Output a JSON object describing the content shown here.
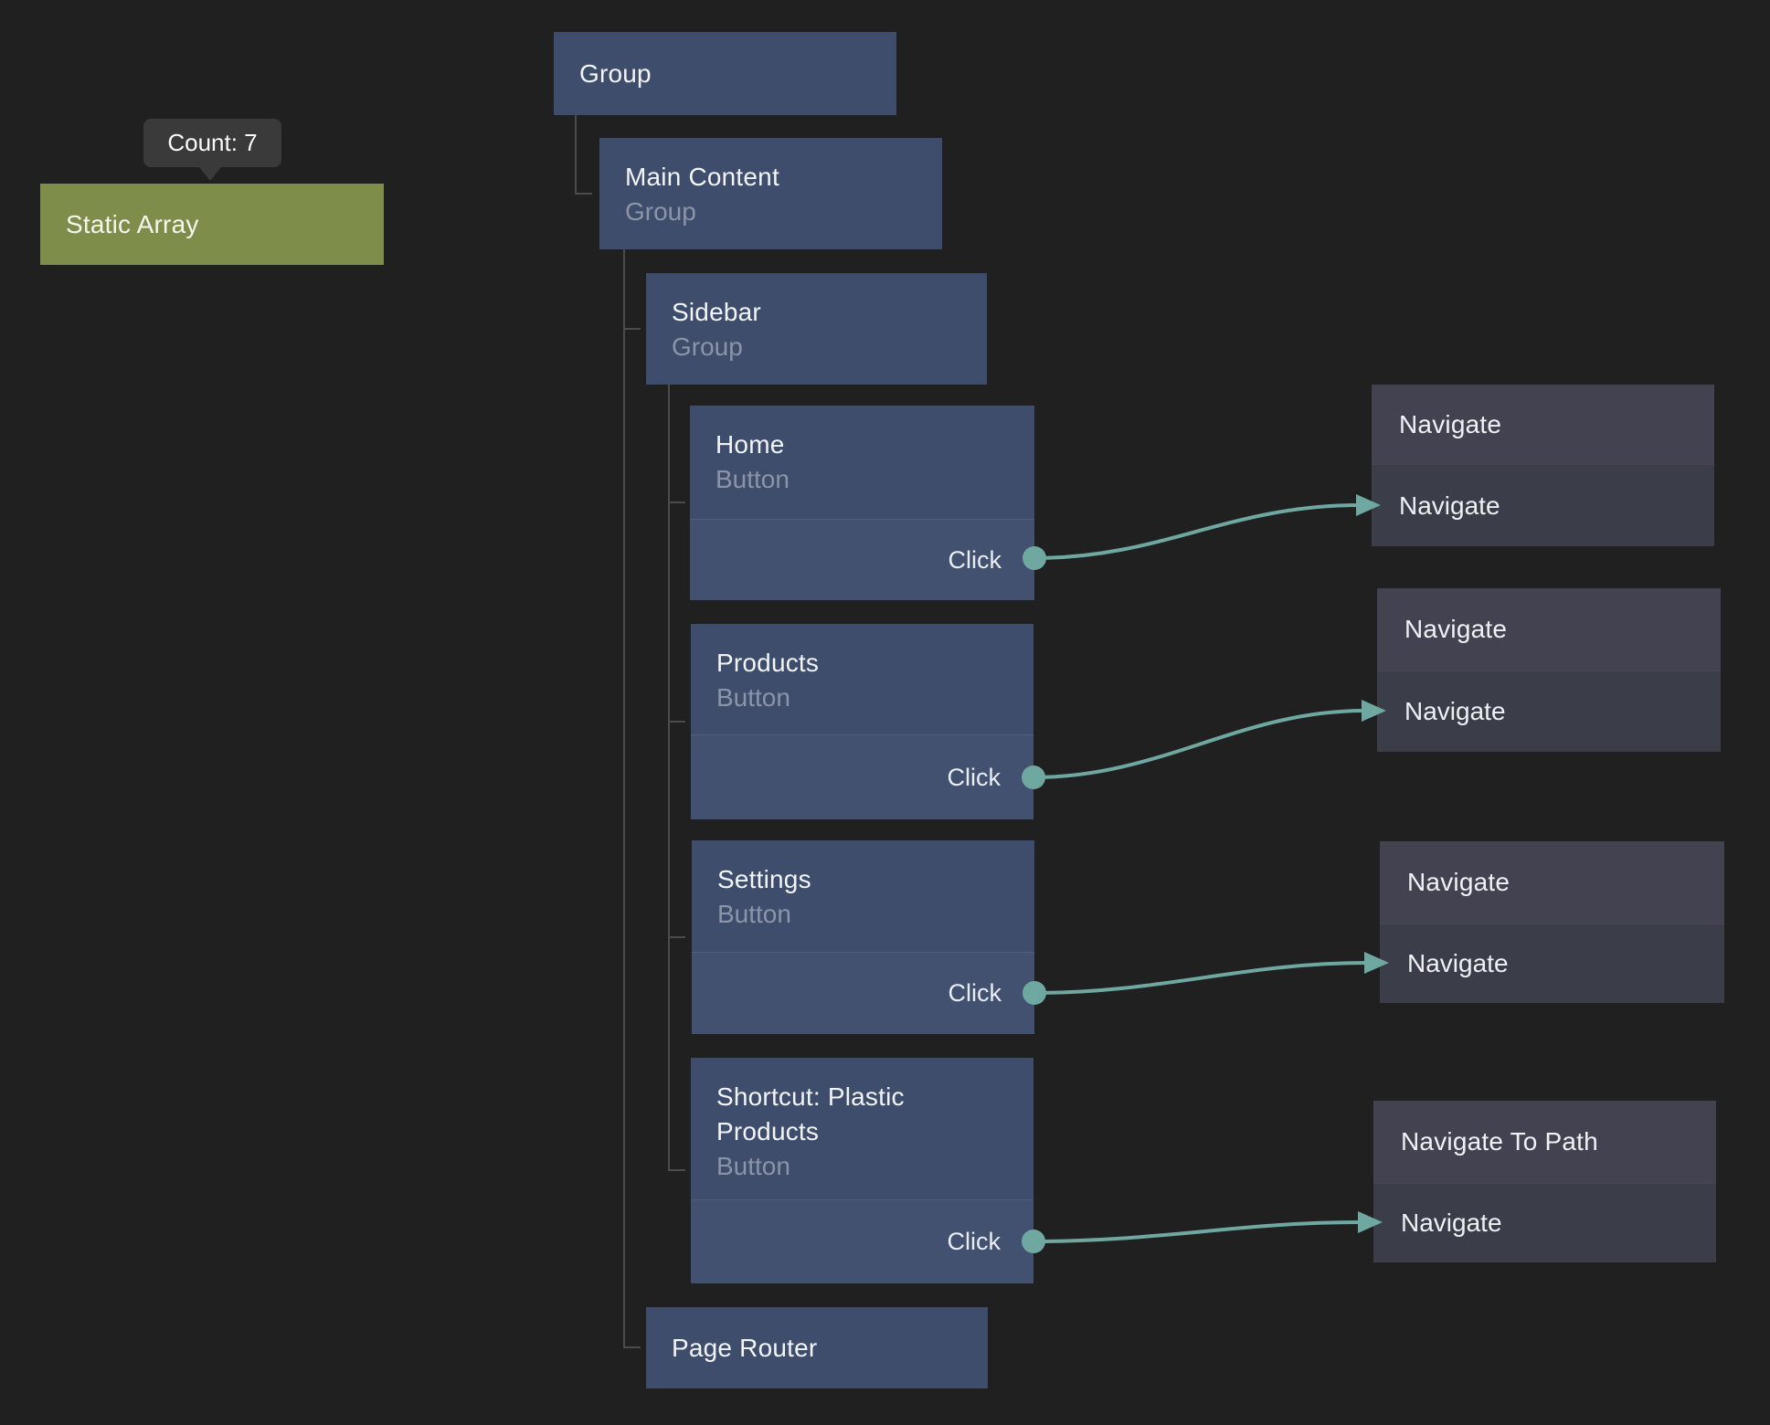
{
  "tooltip": {
    "text": "Count: 7"
  },
  "data_node": {
    "title": "Static Array"
  },
  "scene_tree": {
    "group": {
      "title": "Group"
    },
    "main_content": {
      "title": "Main Content",
      "subtitle": "Group"
    },
    "sidebar": {
      "title": "Sidebar",
      "subtitle": "Group"
    },
    "home": {
      "title": "Home",
      "subtitle": "Button",
      "port": "Click"
    },
    "products": {
      "title": "Products",
      "subtitle": "Button",
      "port": "Click"
    },
    "settings": {
      "title": "Settings",
      "subtitle": "Button",
      "port": "Click"
    },
    "shortcut": {
      "title": "Shortcut: Plastic Products",
      "subtitle": "Button",
      "port": "Click"
    },
    "page_router": {
      "title": "Page Router"
    }
  },
  "action_nodes": [
    {
      "title": "Navigate",
      "row": "Navigate"
    },
    {
      "title": "Navigate",
      "row": "Navigate"
    },
    {
      "title": "Navigate",
      "row": "Navigate"
    },
    {
      "title": "Navigate To Path",
      "row": "Navigate"
    }
  ],
  "colors": {
    "background": "#202020",
    "tree_node": "#3d4d6b",
    "tree_node_ports": "#41516f",
    "action_node_header": "#434250",
    "action_node_body": "#3b3e49",
    "data_node": "#7f8d4b",
    "wire_accent": "#6fa8a0",
    "tree_line": "#4b4b4b",
    "tooltip_bg": "#3a3a3a"
  }
}
